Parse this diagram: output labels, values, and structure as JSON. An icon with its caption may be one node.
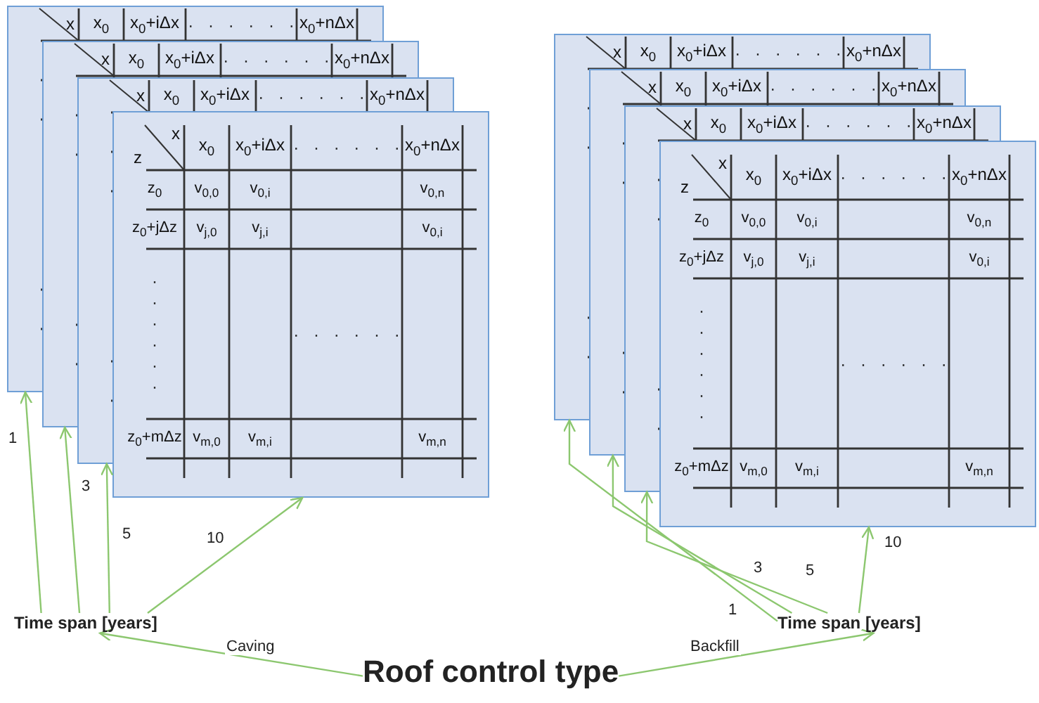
{
  "diagram": {
    "nodes": [
      {
        "text": [
          "x",
          "x$_{0}$",
          "x$_{0}$+iΔx",
          "· · · · · ·",
          "x$_{0}$+nΔx"
        ]
      },
      {
        "text": [
          "x",
          "x$_{0}$",
          "x$_{0}$+iΔx",
          "· · · · · ·",
          "x$_{0}$+nΔx"
        ]
      },
      {
        "text": [
          "x",
          "x$_{0}$",
          "x$_{0}$+iΔx",
          "· · · · · ·",
          "x$_{0}$+nΔx"
        ]
      },
      {
        "text": [
          "x",
          "z",
          "x$_{0}$",
          "x$_{0}$+iΔx",
          "· · · · · ·",
          "x$_{0}$+nΔx",
          "z$_{0}$",
          "v$_{0,0}$",
          "v$_{0,i}$",
          "v$_{0,n}$",
          "z$_{0}$+jΔz",
          "v$_{j,0}$",
          "v$_{j,i}$",
          "v$_{0,i}$",
          "· · · · · ·",
          "· · · · · ·",
          "z$_{0}$+mΔz",
          "v$_{m,0}$",
          "v$_{m,i}$",
          "v$_{m,n}$"
        ]
      },
      {
        "text": [
          "x",
          "x$_{0}$",
          "x$_{0}$+iΔx",
          "· · · · · ·",
          "x$_{0}$+nΔx"
        ]
      },
      {
        "text": [
          "x",
          "x$_{0}$",
          "x$_{0}$+iΔx",
          "· · · · · ·",
          "x$_{0}$+nΔx"
        ]
      },
      {
        "text": [
          "x",
          "x$_{0}$",
          "x$_{0}$+iΔx",
          "· · · · · ·",
          "x$_{0}$+nΔx"
        ]
      },
      {
        "text": [
          "x",
          "z",
          "x$_{0}$",
          "x$_{0}$+iΔx",
          "· · · · · ·",
          "x$_{0}$+nΔx",
          "z$_{0}$",
          "v$_{0,0}$",
          "v$_{0,i}$",
          "v$_{0,n}$",
          "z$_{0}$+jΔz",
          "v$_{j,0}$",
          "v$_{j,i}$",
          "v$_{0,i}$",
          "· · · · · ·",
          "· · · · · ·",
          "z$_{0}$+mΔz",
          "v$_{m,0}$",
          "v$_{m,i}$",
          "v$_{m,n}$"
        ]
      },
      {
        "text": [
          "Time span [years]"
        ]
      },
      {
        "text": [
          "Time span [years]"
        ]
      },
      {
        "text": [
          "Roof control type"
        ]
      }
    ],
    "edges": [
      {
        "from": 8,
        "to": 0,
        "arrow": "to",
        "label": "1"
      },
      {
        "from": 8,
        "to": 1,
        "arrow": "to",
        "label": "3"
      },
      {
        "from": 8,
        "to": 2,
        "arrow": "to",
        "label": "5"
      },
      {
        "from": 8,
        "to": 3,
        "arrow": "to",
        "label": "10"
      },
      {
        "from": 9,
        "to": 4,
        "arrow": "to",
        "label": "1"
      },
      {
        "from": 9,
        "to": 5,
        "arrow": "to",
        "label": "3"
      },
      {
        "from": 9,
        "to": 6,
        "arrow": "to",
        "label": "5"
      },
      {
        "from": 9,
        "to": 7,
        "arrow": "to",
        "label": "10"
      },
      {
        "from": 10,
        "to": 8,
        "arrow": "to",
        "label": "Caving"
      },
      {
        "from": 10,
        "to": 9,
        "arrow": "to",
        "label": "Backfill"
      }
    ]
  }
}
